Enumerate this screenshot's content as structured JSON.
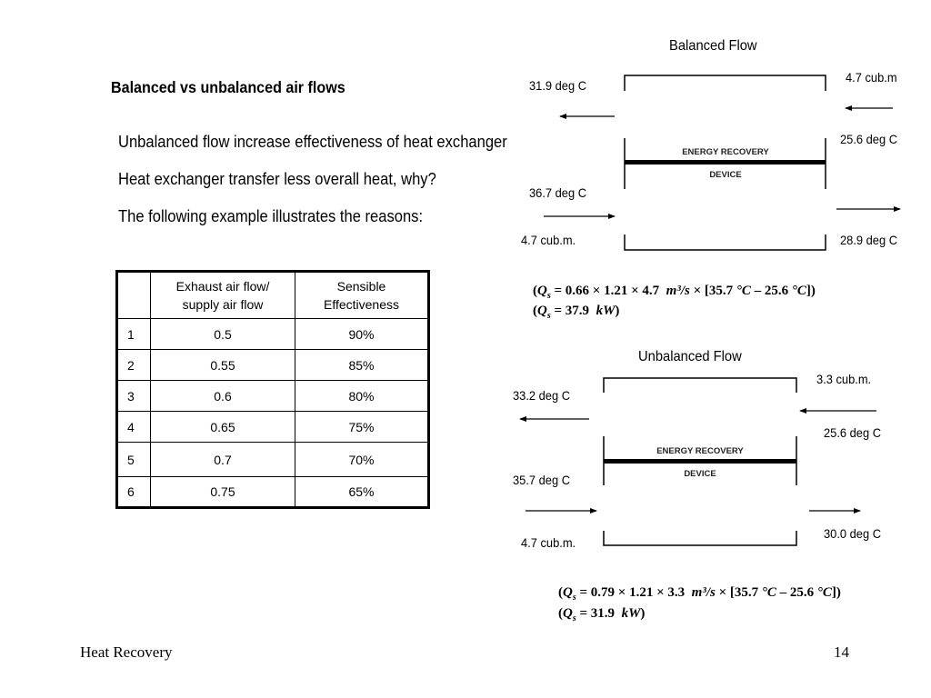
{
  "heading": "Balanced vs unbalanced air flows",
  "bullets": [
    "Unbalanced flow increase effectiveness of heat exchanger",
    "Heat exchanger transfer less overall heat, why?",
    "The following example illustrates the reasons:"
  ],
  "table": {
    "headers": [
      "",
      "Exhaust air flow/\nsupply air flow",
      "Sensible\nEffectiveness"
    ],
    "rows": [
      [
        "1",
        "0.5",
        "90%"
      ],
      [
        "2",
        "0.55",
        "85%"
      ],
      [
        "3",
        "0.6",
        "80%"
      ],
      [
        "4",
        "0.65",
        "75%"
      ],
      [
        "5",
        "0.7",
        "70%"
      ],
      [
        "6",
        "0.75",
        "65%"
      ]
    ]
  },
  "balanced": {
    "title": "Balanced Flow",
    "device_line1": "ENERGY RECOVERY",
    "device_line2": "DEVICE",
    "top_left_temp": "31.9 deg C",
    "top_right_flow": "4.7 cub.m",
    "top_right_temp": "25.6 deg C",
    "bottom_left_temp": "36.7 deg C",
    "bottom_left_flow": "4.7 cub.m.",
    "bottom_right_temp": "28.9 deg C",
    "formula1": "(Q_s = 0.66 × 1.21 × 4.7  m³/s × [35.7 °C – 25.6 °C])",
    "formula2": "(Q_s = 37.9  kW)"
  },
  "unbalanced": {
    "title": "Unbalanced Flow",
    "device_line1": "ENERGY RECOVERY",
    "device_line2": "DEVICE",
    "top_left_temp": "33.2 deg C",
    "top_right_flow": "3.3 cub.m.",
    "top_right_temp": "25.6 deg C",
    "bottom_left_temp": "35.7 deg C",
    "bottom_left_flow": "4.7 cub.m.",
    "bottom_right_temp": "30.0 deg C",
    "formula1": "(Q_s = 0.79 × 1.21 × 3.3  m³/s × [35.7 °C – 25.6 °C])",
    "formula2": "(Q_s = 31.9  kW)"
  },
  "footer": {
    "left": "Heat Recovery",
    "page_number": "14"
  }
}
